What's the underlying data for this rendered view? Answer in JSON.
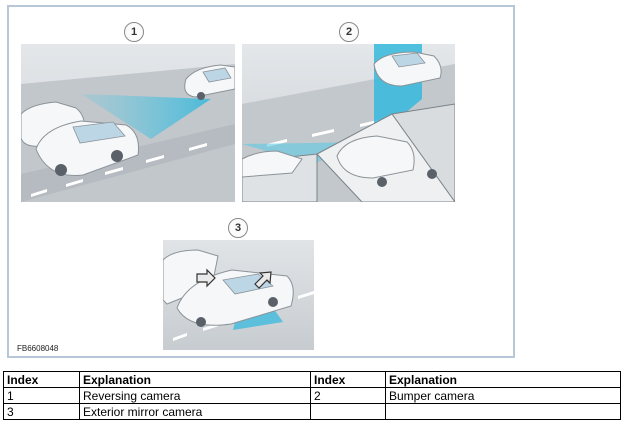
{
  "figure": {
    "code": "FB6608048",
    "badges": [
      "1",
      "2",
      "3"
    ]
  },
  "table": {
    "headers": [
      "Index",
      "Explanation",
      "Index",
      "Explanation"
    ],
    "rows": [
      [
        "1",
        "Reversing camera",
        "2",
        "Bumper camera"
      ],
      [
        "3",
        "Exterior mirror camera",
        "",
        ""
      ]
    ]
  }
}
